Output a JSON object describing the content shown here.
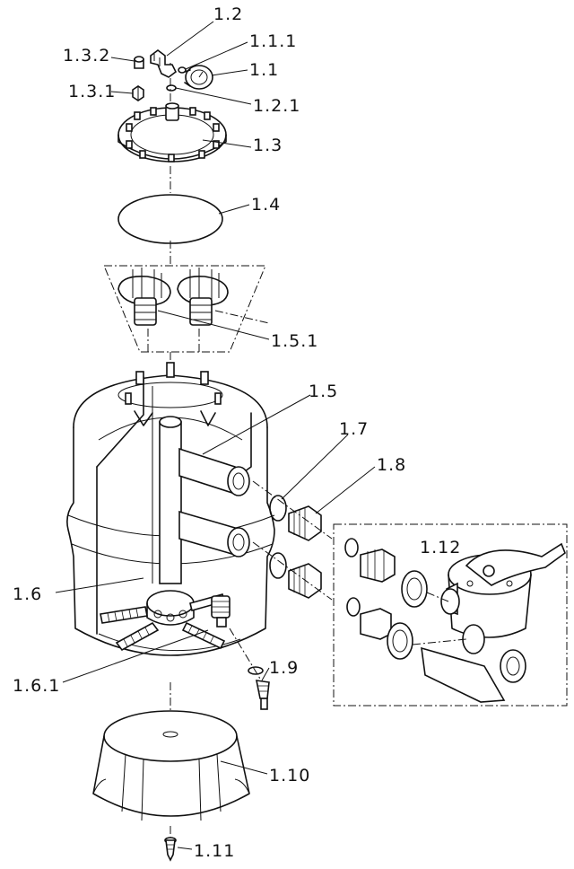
{
  "labels": {
    "l_1_2": "1.2",
    "l_1_3_2": "1.3.2",
    "l_1_1_1": "1.1.1",
    "l_1_1": "1.1",
    "l_1_3_1": "1.3.1",
    "l_1_2_1": "1.2.1",
    "l_1_3": "1.3",
    "l_1_4": "1.4",
    "l_1_5_1": "1.5.1",
    "l_1_5": "1.5",
    "l_1_7": "1.7",
    "l_1_8": "1.8",
    "l_1_12": "1.12",
    "l_1_6": "1.6",
    "l_1_9": "1.9",
    "l_1_6_1": "1.6.1",
    "l_1_10": "1.10",
    "l_1_11": "1.11"
  }
}
